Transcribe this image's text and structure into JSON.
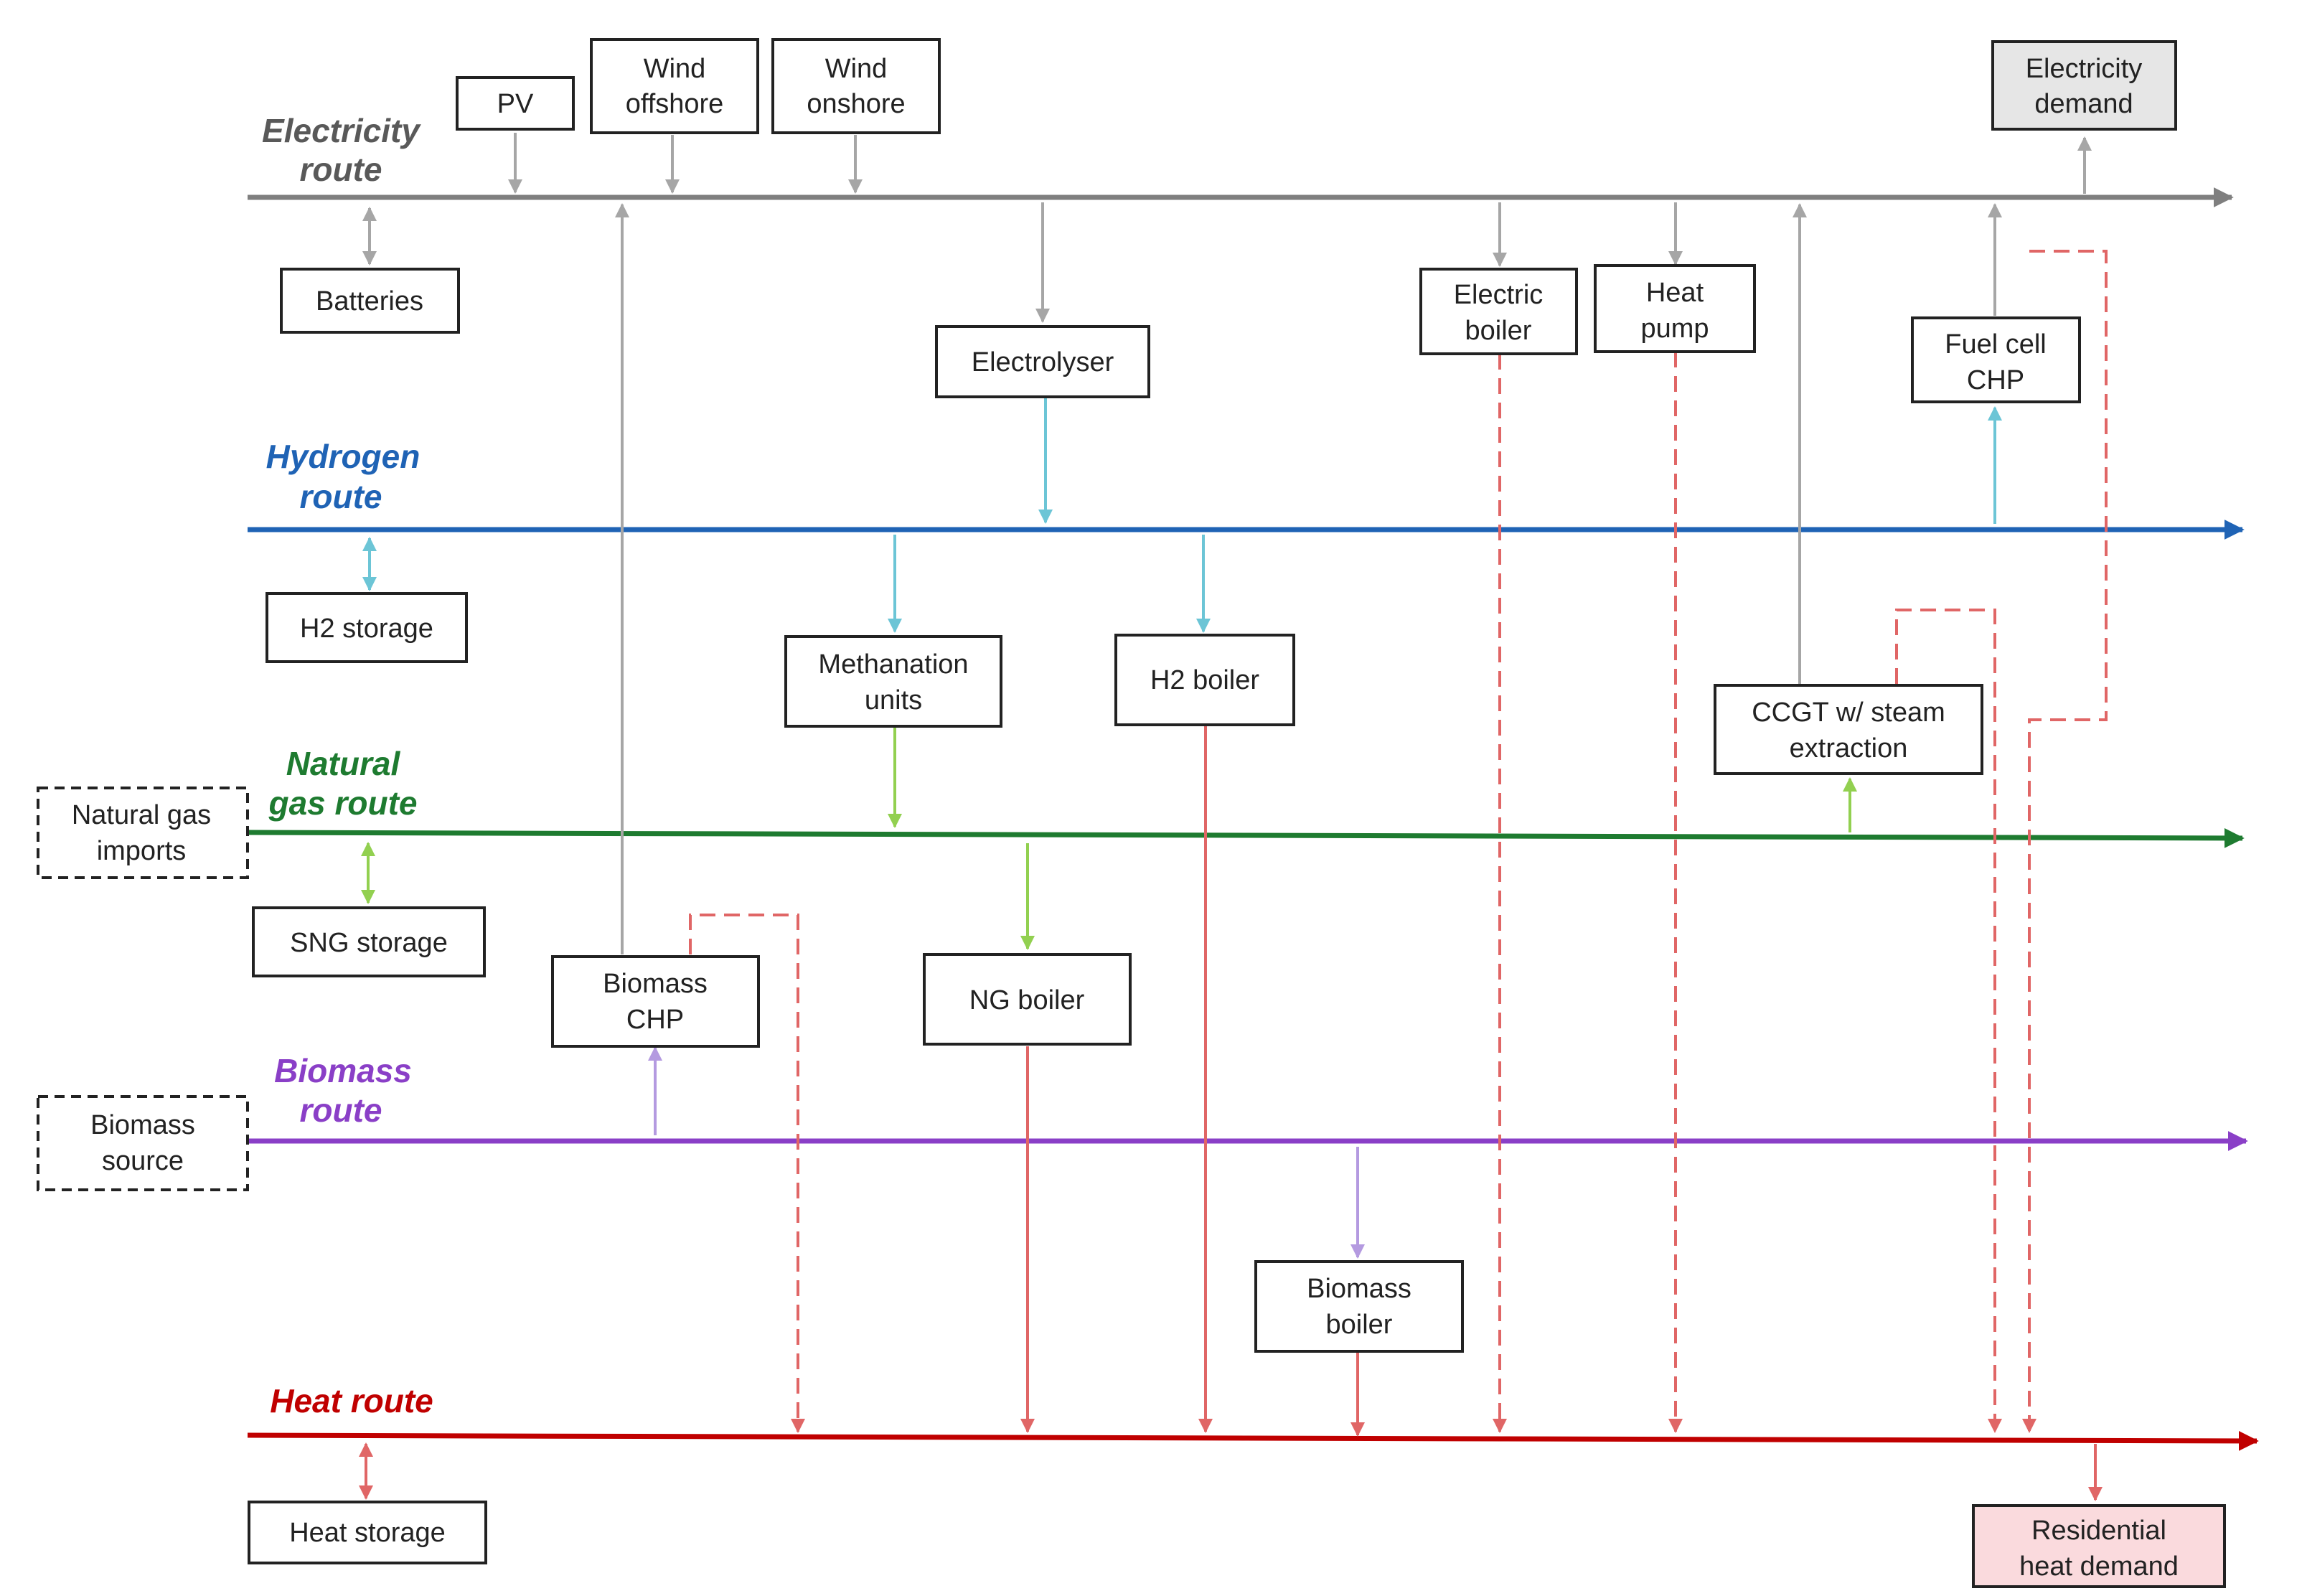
{
  "routes": {
    "electricity": {
      "line1": "Electricity",
      "line2": "route",
      "color": "#7f7f7f"
    },
    "hydrogen": {
      "line1": "Hydrogen",
      "line2": "route",
      "color": "#1f63b5"
    },
    "natural_gas": {
      "line1": "Natural",
      "line2": "gas route",
      "color": "#1e7b30"
    },
    "biomass": {
      "line1": "Biomass",
      "line2": "route",
      "color": "#8a3fc7"
    },
    "heat": {
      "line1": "Heat route",
      "color": "#c00000"
    }
  },
  "boxes": {
    "pv": {
      "lines": [
        "PV"
      ]
    },
    "wind_offshore": {
      "lines": [
        "Wind",
        "offshore"
      ]
    },
    "wind_onshore": {
      "lines": [
        "Wind",
        "onshore"
      ]
    },
    "electricity_demand": {
      "lines": [
        "Electricity",
        "demand"
      ]
    },
    "batteries": {
      "lines": [
        "Batteries"
      ]
    },
    "electrolyser": {
      "lines": [
        "Electrolyser"
      ]
    },
    "electric_boiler": {
      "lines": [
        "Electric",
        "boiler"
      ]
    },
    "heat_pump": {
      "lines": [
        "Heat",
        "pump"
      ]
    },
    "fuel_cell_chp": {
      "lines": [
        "Fuel cell",
        "CHP"
      ]
    },
    "h2_storage": {
      "lines": [
        "H2 storage"
      ]
    },
    "methanation_units": {
      "lines": [
        "Methanation",
        "units"
      ]
    },
    "h2_boiler": {
      "lines": [
        "H2 boiler"
      ]
    },
    "ccgt": {
      "lines": [
        "CCGT w/ steam",
        "extraction"
      ]
    },
    "natural_gas_imports": {
      "lines": [
        "Natural gas",
        "imports"
      ]
    },
    "sng_storage": {
      "lines": [
        "SNG storage"
      ]
    },
    "biomass_chp": {
      "lines": [
        "Biomass",
        "CHP"
      ]
    },
    "ng_boiler": {
      "lines": [
        "NG boiler"
      ]
    },
    "biomass_source": {
      "lines": [
        "Biomass",
        "source"
      ]
    },
    "biomass_boiler": {
      "lines": [
        "Biomass",
        "boiler"
      ]
    },
    "heat_storage": {
      "lines": [
        "Heat storage"
      ]
    },
    "residential_heat_demand": {
      "lines": [
        "Residential",
        "heat demand"
      ]
    }
  },
  "colors": {
    "electricity_link": "#a6a6a6",
    "hydrogen_link": "#6cc5d6",
    "gas_link": "#92d050",
    "biomass_link": "#b49ae0",
    "heat_link": "#e06666",
    "demand_fill": "#e6e6e6",
    "heat_demand_fill": "#fadadd"
  }
}
